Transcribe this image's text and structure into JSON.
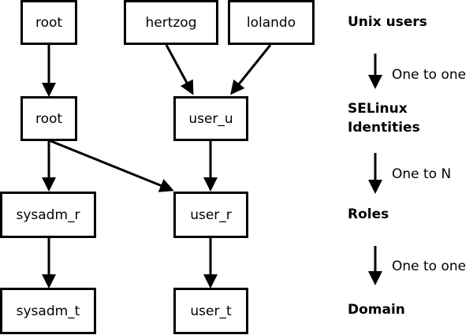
{
  "nodes": {
    "root_user": "root",
    "hertzog": "hertzog",
    "lolando": "lolando",
    "root_identity": "root",
    "user_u": "user_u",
    "sysadm_r": "sysadm_r",
    "user_r": "user_r",
    "sysadm_t": "sysadm_t",
    "user_t": "user_t"
  },
  "levels": {
    "unix_users": "Unix users",
    "selinux_identities_line1": "SELinux",
    "selinux_identities_line2": "Identities",
    "roles": "Roles",
    "domain": "Domain"
  },
  "mappings": {
    "users_to_identities": "One to one",
    "identities_to_roles": "One to N",
    "roles_to_domain": "One to one"
  },
  "colors": {
    "line": "#000000",
    "background": "#ffffff"
  }
}
